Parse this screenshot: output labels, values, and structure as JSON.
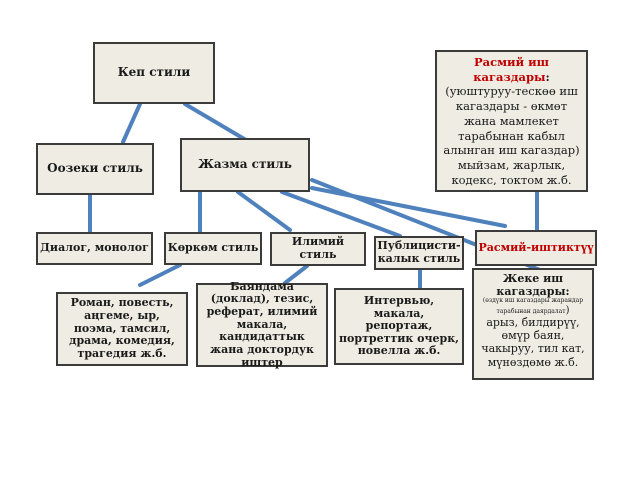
{
  "colors": {
    "connector": "#4f81bd",
    "box_fill": "#eeece3",
    "border": "#3b3b3b",
    "accent_red": "#c00000"
  },
  "nodes": {
    "kep_stili": "Кеп стили",
    "oozeki": "Оозеки стиль",
    "jazma": "Жазма стиль",
    "rasmiy_iш": {
      "title": "Расмий иш кагаздары",
      "colon": ":",
      "body": "(уюштуруу-тескөө иш кагаздары - өкмөт жана мамлекет тарабынан кабыл алынган иш кагаздар) мыйзам, жарлык, кодекс, токтом ж.б."
    },
    "dialog": "Диалог, монолог",
    "korkom": "Көркөм стиль",
    "ilimiy": "Илимий стиль",
    "publicist": "Публицисти-калык стиль",
    "rasmiy_ishtik": "Расмий-иштиктүү",
    "roman": "Роман, повесть, аңгеме, ыр, поэма, тамсил, драма, комедия, трагедия ж.б.",
    "bayandama": "Баяндама (доклад), тезис, реферат, илимий макала, кандидаттык жана доктордук иштер",
    "interview": "Интервью, макала, репортаж, портреттик очерк, новелла ж.б.",
    "jeke": {
      "title": "Жеке иш кагаздары:",
      "small": "(өздүк иш кагаздары жарандар тарабынан даярдалат",
      "paren": ")",
      "body": "арыз, билдирүү, өмүр баян, чакыруу, тил кат, мүнөздөмө ж.б."
    }
  }
}
